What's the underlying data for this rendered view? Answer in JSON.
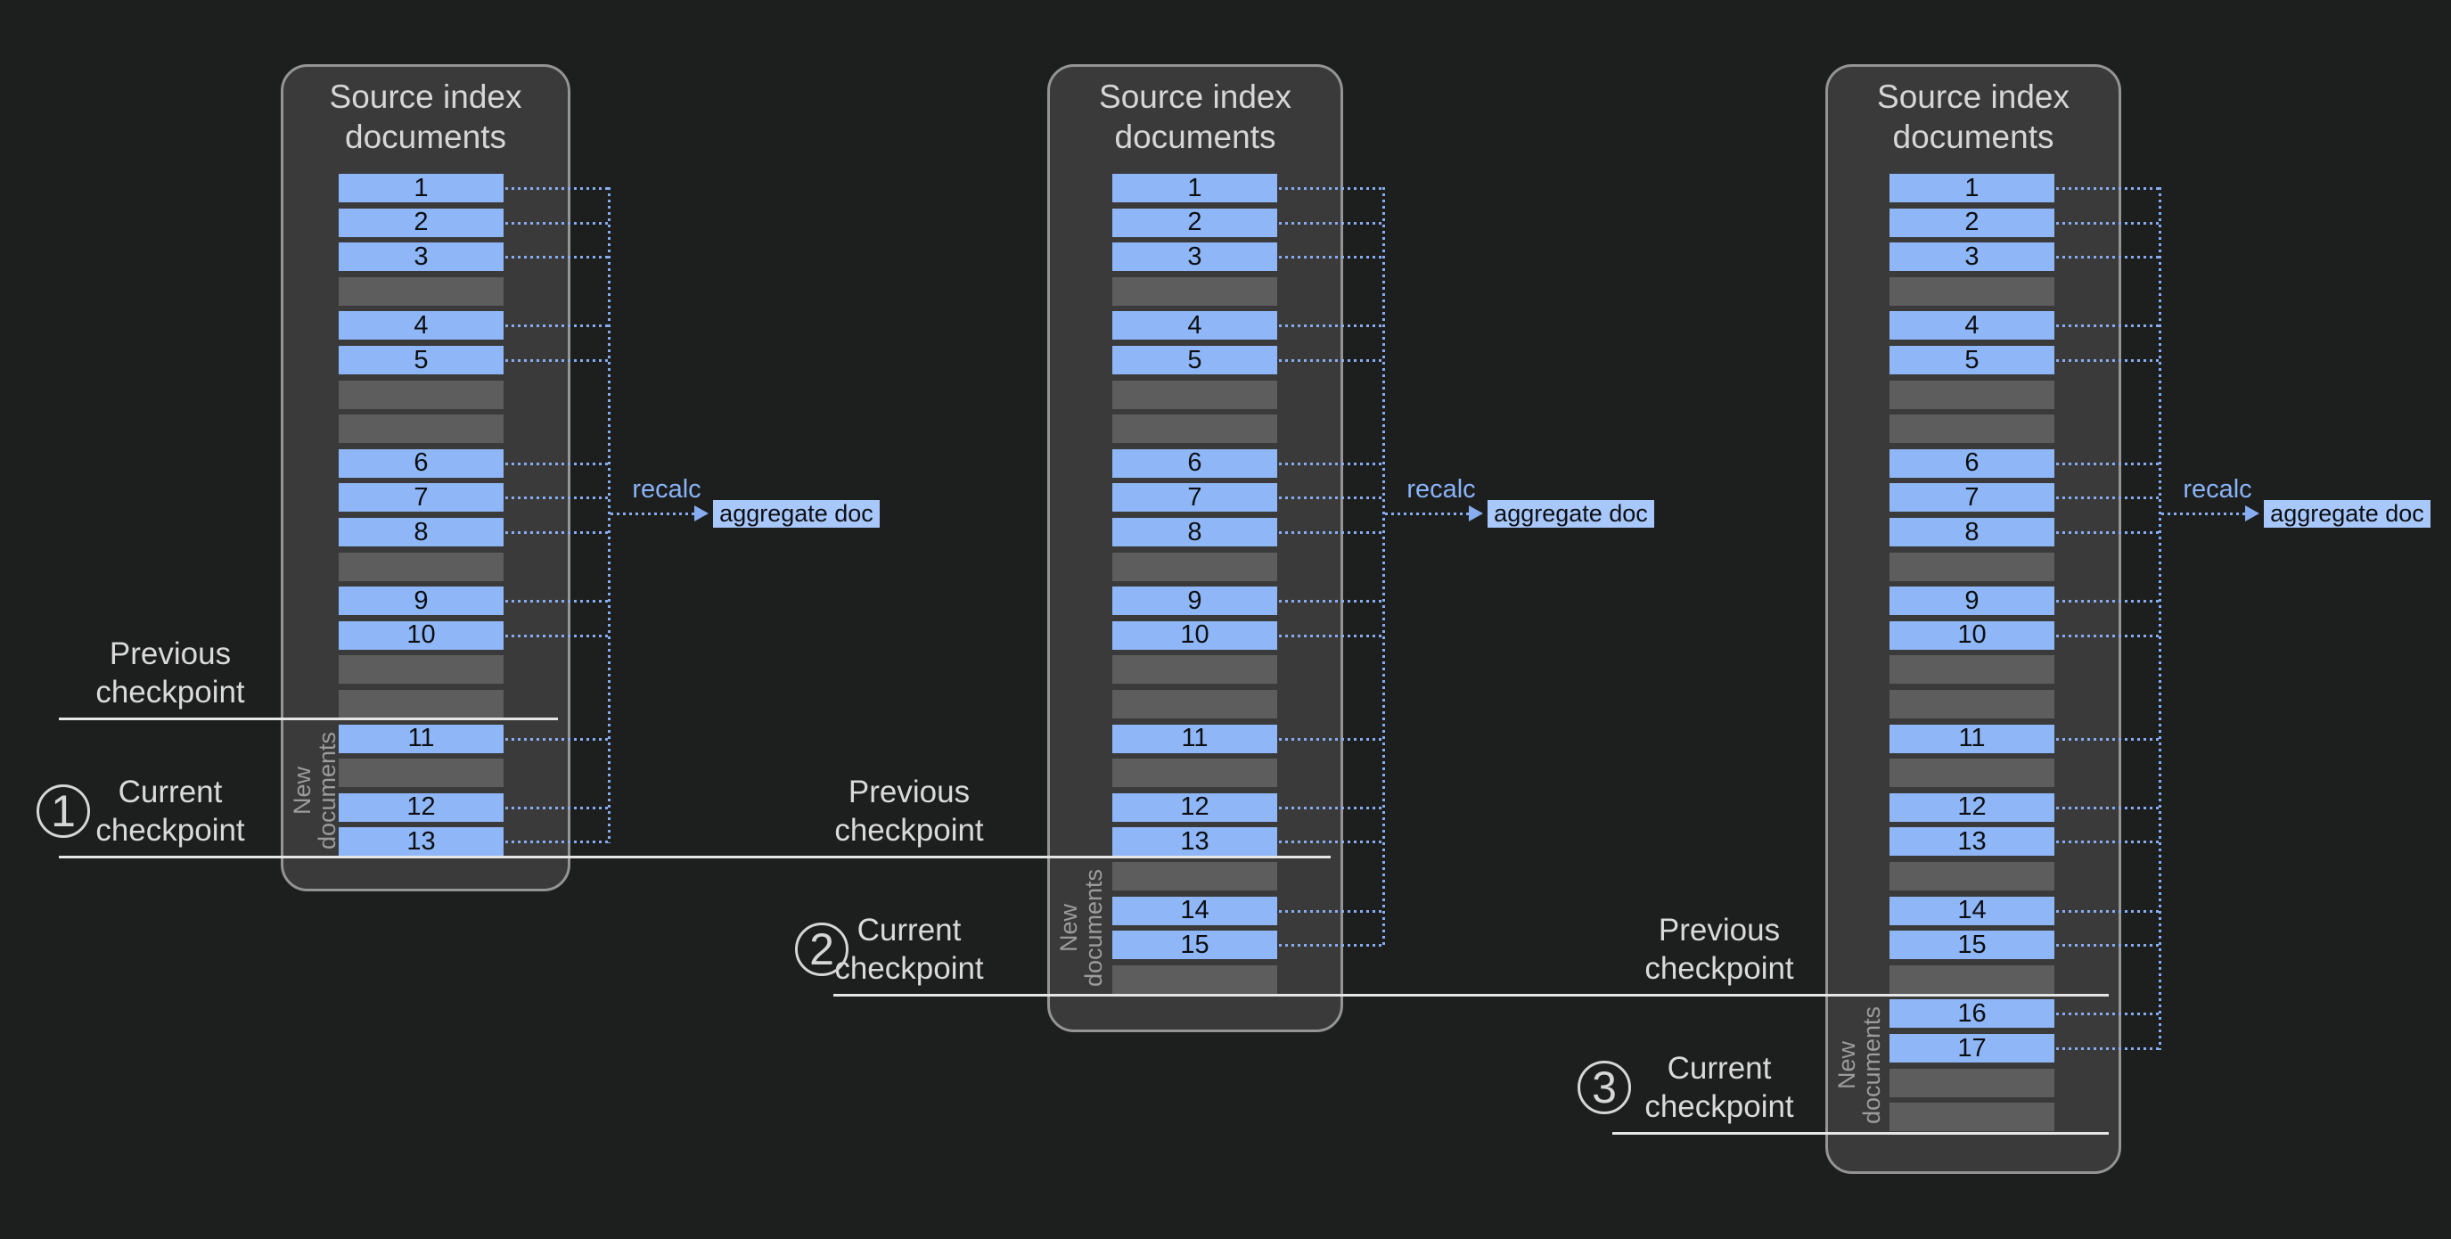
{
  "colors": {
    "background": "#1d1e1e",
    "panel_fill": "#3a3a3a",
    "panel_border": "#949494",
    "document_blue": "#8fb7f7",
    "empty_slot_gray": "#5d5d5d",
    "connector_blue": "#87acf0",
    "recalc_text_blue": "#8ab4f8",
    "aggregate_box_blue": "#a8c7fa",
    "checkpoint_line_white": "#e6e6e6",
    "label_text_gray": "#dadada"
  },
  "panels": [
    {
      "title_lines": [
        "Source index",
        "documents"
      ],
      "rows": [
        "1",
        "2",
        "3",
        null,
        "4",
        "5",
        null,
        null,
        "6",
        "7",
        "8",
        null,
        "9",
        "10",
        null,
        null,
        "11",
        null,
        "12",
        "13"
      ],
      "new_documents_rows_start": 16,
      "new_documents_label_lines": [
        "New",
        "documents"
      ],
      "recalc_label": "recalc",
      "aggregate_doc_label": "aggregate doc",
      "previous_checkpoint_label_lines": [
        "Previous",
        "checkpoint"
      ],
      "current_checkpoint_label_lines": [
        "Current",
        "checkpoint"
      ],
      "step_number": "1"
    },
    {
      "title_lines": [
        "Source index",
        "documents"
      ],
      "rows": [
        "1",
        "2",
        "3",
        null,
        "4",
        "5",
        null,
        null,
        "6",
        "7",
        "8",
        null,
        "9",
        "10",
        null,
        null,
        "11",
        null,
        "12",
        "13",
        null,
        "14",
        "15",
        null
      ],
      "new_documents_rows_start": 20,
      "new_documents_label_lines": [
        "New",
        "documents"
      ],
      "recalc_label": "recalc",
      "aggregate_doc_label": "aggregate doc",
      "previous_checkpoint_label_lines": [
        "Previous",
        "checkpoint"
      ],
      "current_checkpoint_label_lines": [
        "Current",
        "checkpoint"
      ],
      "step_number": "2"
    },
    {
      "title_lines": [
        "Source index",
        "documents"
      ],
      "rows": [
        "1",
        "2",
        "3",
        null,
        "4",
        "5",
        null,
        null,
        "6",
        "7",
        "8",
        null,
        "9",
        "10",
        null,
        null,
        "11",
        null,
        "12",
        "13",
        null,
        "14",
        "15",
        null,
        "16",
        "17",
        null,
        null
      ],
      "new_documents_rows_start": 24,
      "new_documents_label_lines": [
        "New",
        "documents"
      ],
      "recalc_label": "recalc",
      "aggregate_doc_label": "aggregate doc",
      "previous_checkpoint_label_lines": [
        "Previous",
        "checkpoint"
      ],
      "current_checkpoint_label_lines": [
        "Current",
        "checkpoint"
      ],
      "step_number": "3"
    }
  ]
}
